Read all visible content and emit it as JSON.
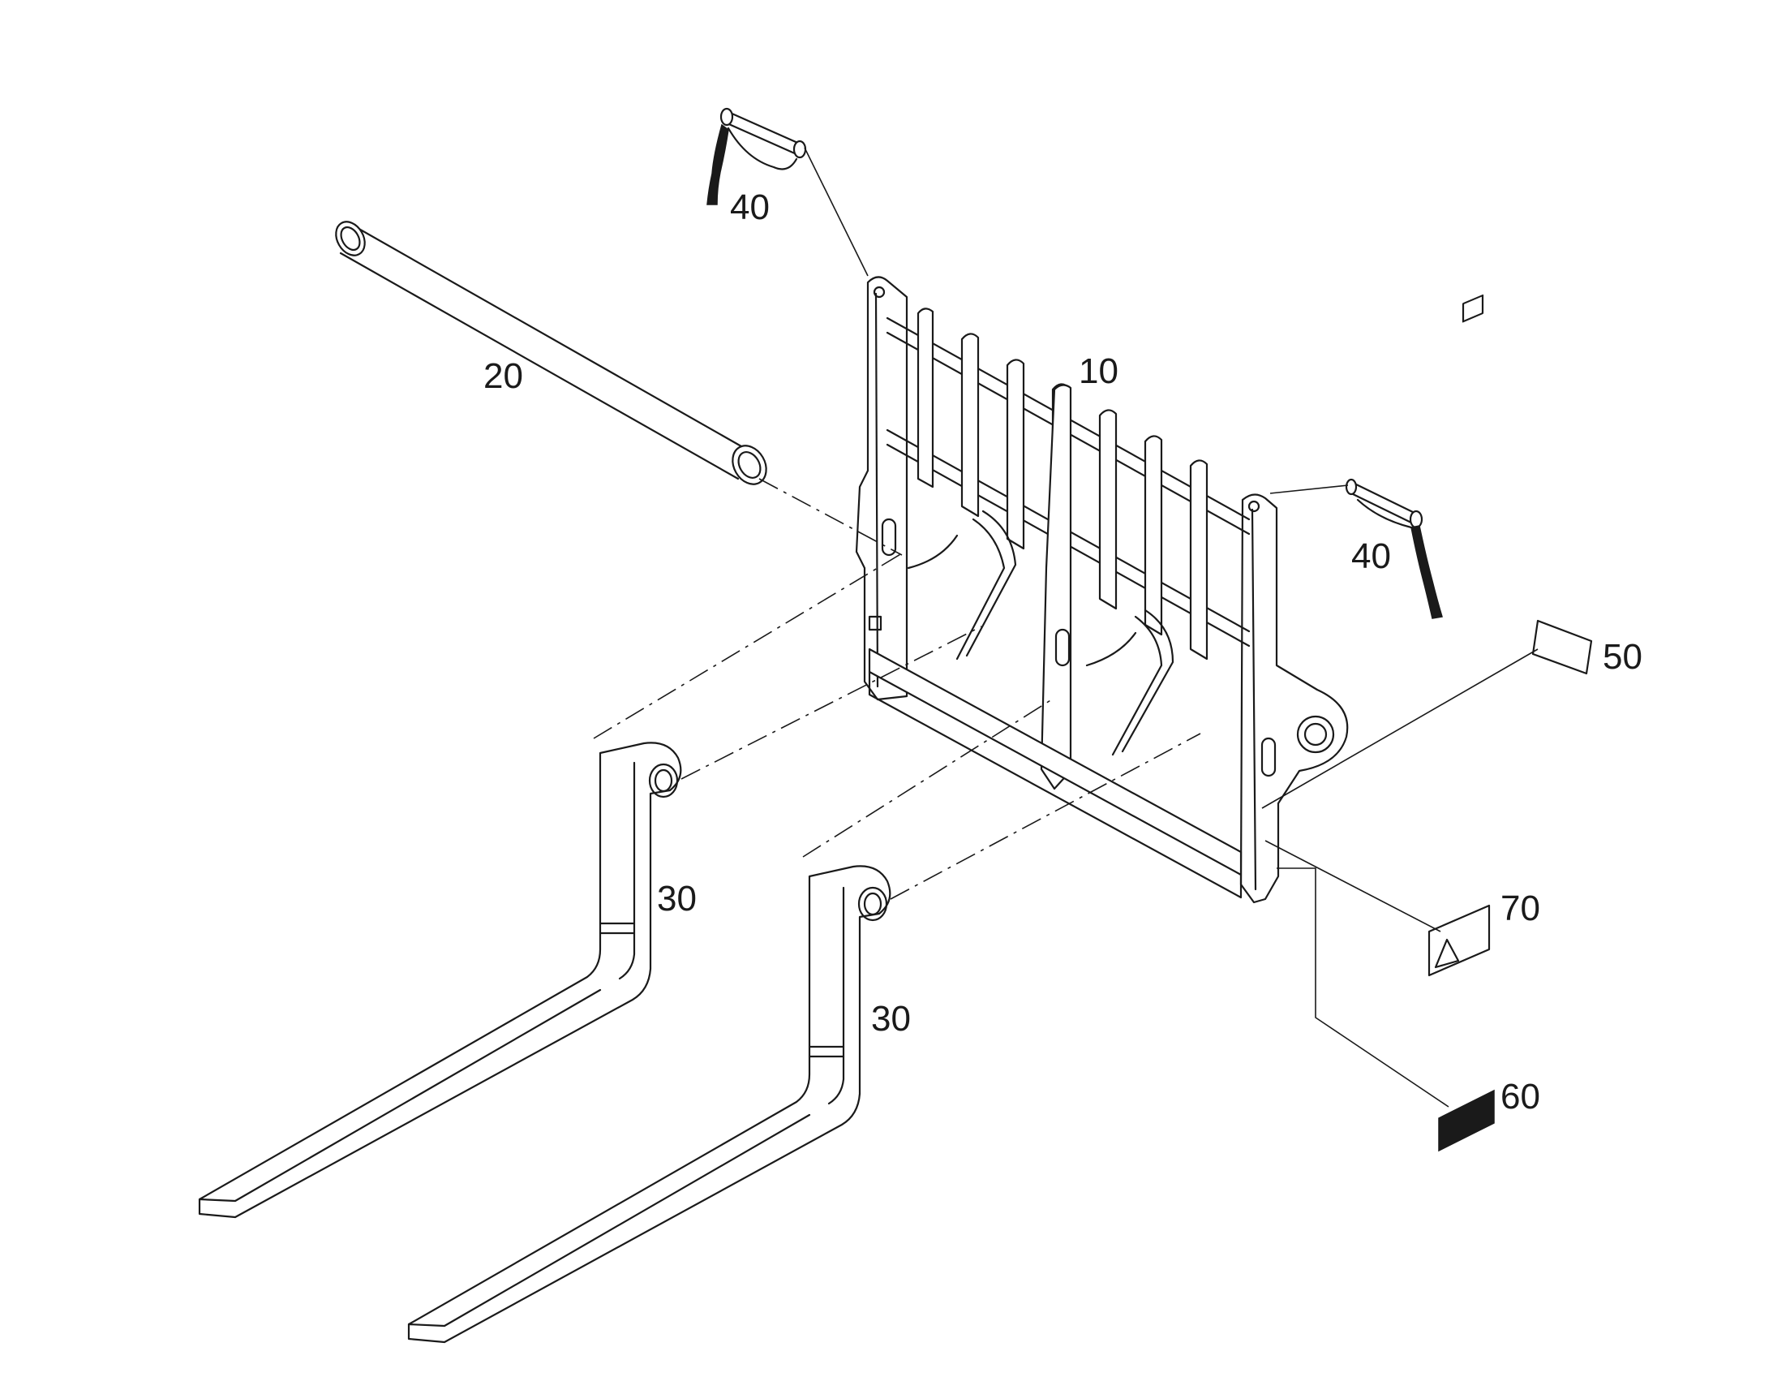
{
  "callouts": {
    "carriage": "10",
    "shaft": "20",
    "fork_left": "30",
    "fork_right": "30",
    "pin_top": "40",
    "pin_right": "40",
    "label_blank": "50",
    "label_data": "60",
    "label_warning": "70"
  }
}
